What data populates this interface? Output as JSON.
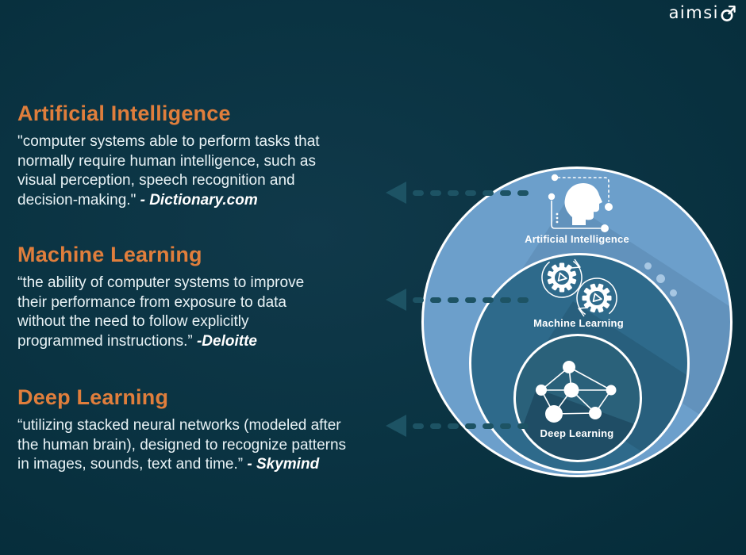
{
  "logo": {
    "text": "aimsi",
    "full_brand": "aimsio"
  },
  "sections": [
    {
      "heading": "Artificial Intelligence",
      "quote_lines": [
        "\"computer systems able to perform tasks that",
        "normally require human intelligence, such as",
        "visual perception, speech recognition and",
        "decision-making.\""
      ],
      "attribution": "- Dictionary.com"
    },
    {
      "heading": "Machine Learning",
      "quote_lines": [
        "“the ability of computer systems to improve",
        "their performance from exposure to data",
        "without the need to follow explicitly",
        "programmed instructions.”"
      ],
      "attribution": "-Deloitte"
    },
    {
      "heading": "Deep Learning",
      "quote_lines": [
        "“utilizing stacked neural networks (modeled after",
        "the human brain), designed to recognize patterns",
        "in images, sounds, text and time.”"
      ],
      "attribution": "- Skymind"
    }
  ],
  "diagram": {
    "rings": [
      {
        "label": "Artificial Intelligence",
        "icon": "head-circuit-icon",
        "fill": "#6C9FCB"
      },
      {
        "label": "Machine Learning",
        "icon": "gears-icon",
        "fill": "#2E6A8B"
      },
      {
        "label": "Deep Learning",
        "icon": "neural-network-icon",
        "fill": "#2A617A"
      }
    ]
  },
  "colors": {
    "background": "#07313F",
    "accent_orange": "#E07E3C",
    "body_text": "#E9F3F6",
    "ring_outer": "#6C9FCB",
    "ring_middle": "#2E6A8B",
    "ring_inner": "#2A617A",
    "arrow": "#1D5364",
    "decor_dot": "#A7C7E3",
    "white": "#FFFFFF"
  }
}
